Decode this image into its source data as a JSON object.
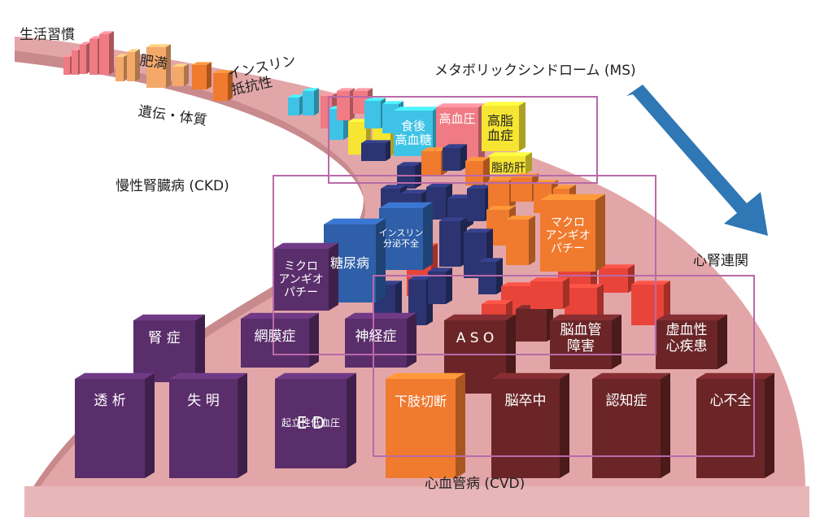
{
  "diagram": {
    "top_left_label": "生活習慣",
    "obesity": "肥満",
    "insulin_resistance": "インスリン\n抵抗性",
    "heredity": "遺伝・体質",
    "ms_title": "メタボリックシンドローム (MS)",
    "ckd_title": "慢性腎臓病 (CKD)",
    "cvd_title": "心血管病 (CVD)",
    "cardio_renal": "心腎連関",
    "postprandial": "食後\n高血糖",
    "hypertension": "高血圧",
    "dyslipidemia": "高脂\n血症",
    "fatty_liver": "脂肪肝",
    "insulin_secretion": "インスリン\n分泌不全",
    "diabetes": "糖尿病",
    "macroangiopathy": "マクロ\nアンギオ\nパチー",
    "microangiopathy": "ミクロ\nアンギオ\nパチー",
    "nephropathy": "腎 症",
    "retinopathy": "網膜症",
    "neuropathy": "神経症",
    "aso": "A S O",
    "cerebrovascular": "脳血管\n障害",
    "ischemic_heart": "虚血性\n心疾患",
    "dialysis": "透 析",
    "blindness": "失 明",
    "ortho_hypo": "起立性低血圧",
    "ed": "E D",
    "amputation": "下肢切断",
    "stroke": "脳卒中",
    "dementia": "認知症",
    "heart_failure": "心不全"
  },
  "colors": {
    "road": "#e3a6a8",
    "road_side": "#c98a8d",
    "purple": "#5a2e6b",
    "maroon": "#6b2527",
    "orange": "#f07a2e",
    "red": "#e8443a",
    "blue": "#2e5fa8",
    "navy": "#2c3572",
    "cyan": "#3ec3e6",
    "yellow": "#f6e533",
    "pink": "#f07b84",
    "lightorange": "#f4a96b",
    "region": "#b86aa8",
    "arrow": "#2f77b5"
  }
}
